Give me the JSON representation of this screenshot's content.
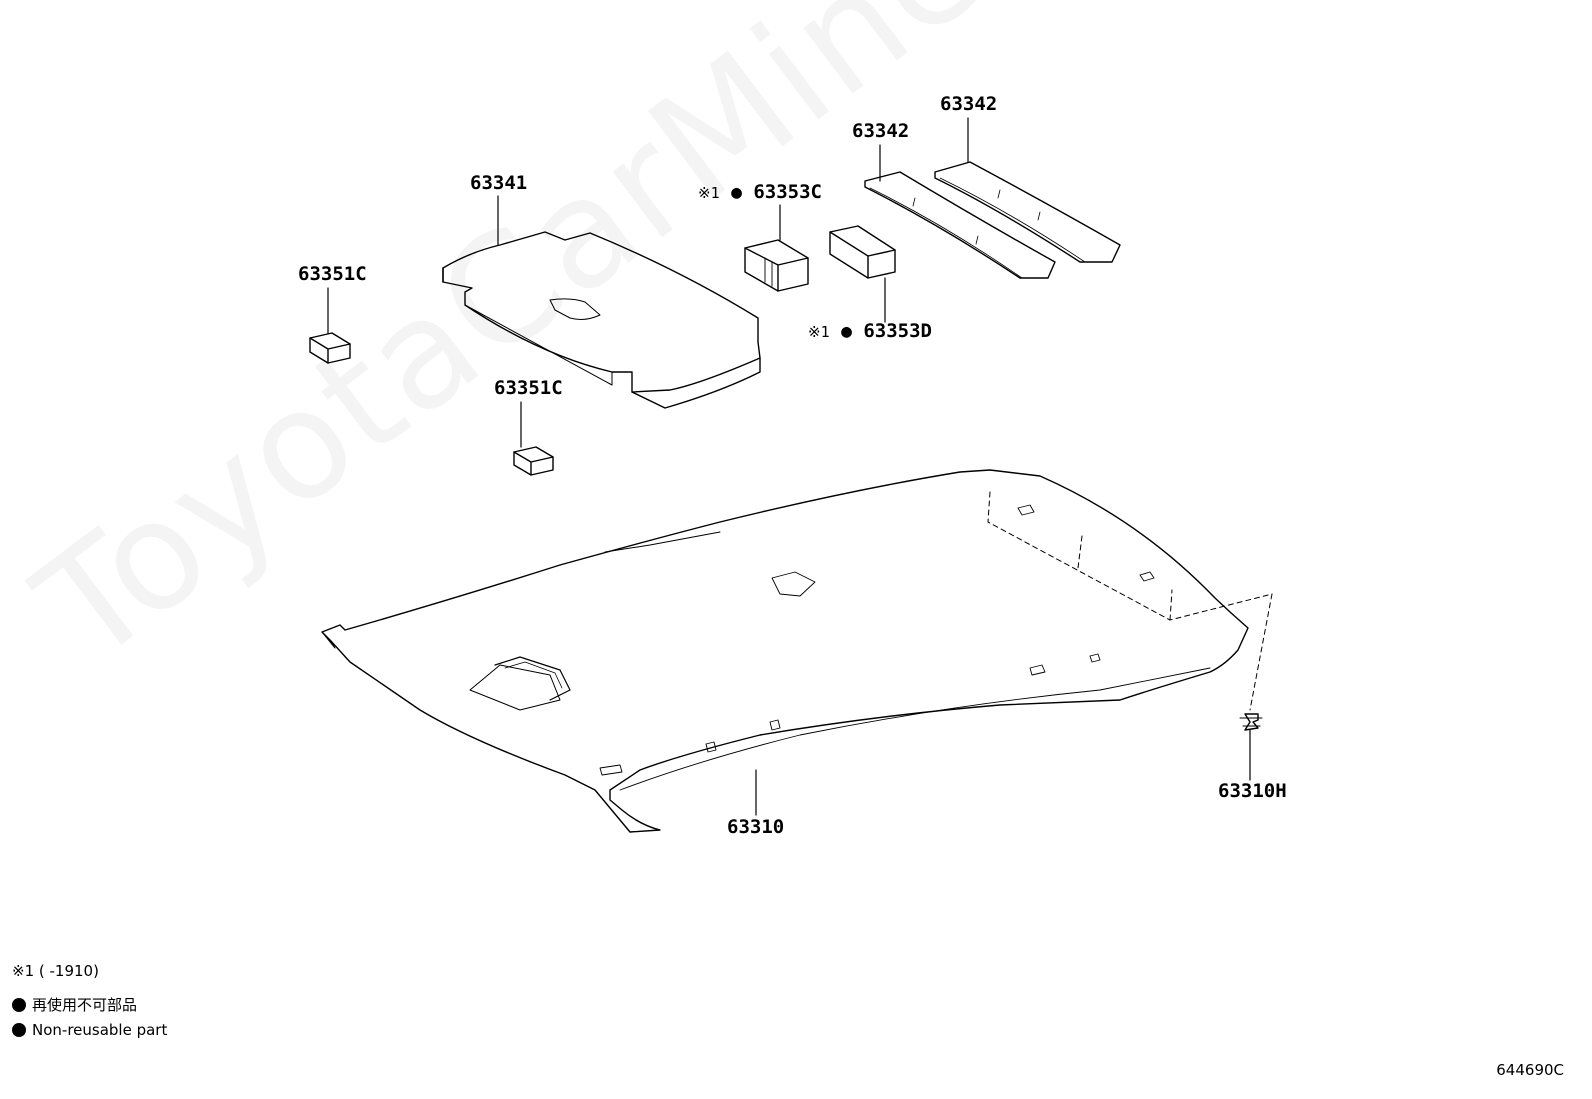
{
  "parts": {
    "p63342a": "63342",
    "p63342b": "63342",
    "p63341": "63341",
    "p63353c": "63353C",
    "p63353d": "63353D",
    "p63351c_left": "63351C",
    "p63351c_center": "63351C",
    "p63310": "63310",
    "p63310h": "63310H"
  },
  "marks": {
    "note_mark": "※1",
    "nonreusable_symbol": "●"
  },
  "legend": {
    "note": "※1 (    -1910)",
    "jp": "再使用不可部品",
    "en": "Non-reusable part"
  },
  "watermark": "ToyotaCarMine.ru",
  "diagram_code": "644690C",
  "colors": {
    "line": "#000000",
    "watermark": "#e9e9e9"
  }
}
